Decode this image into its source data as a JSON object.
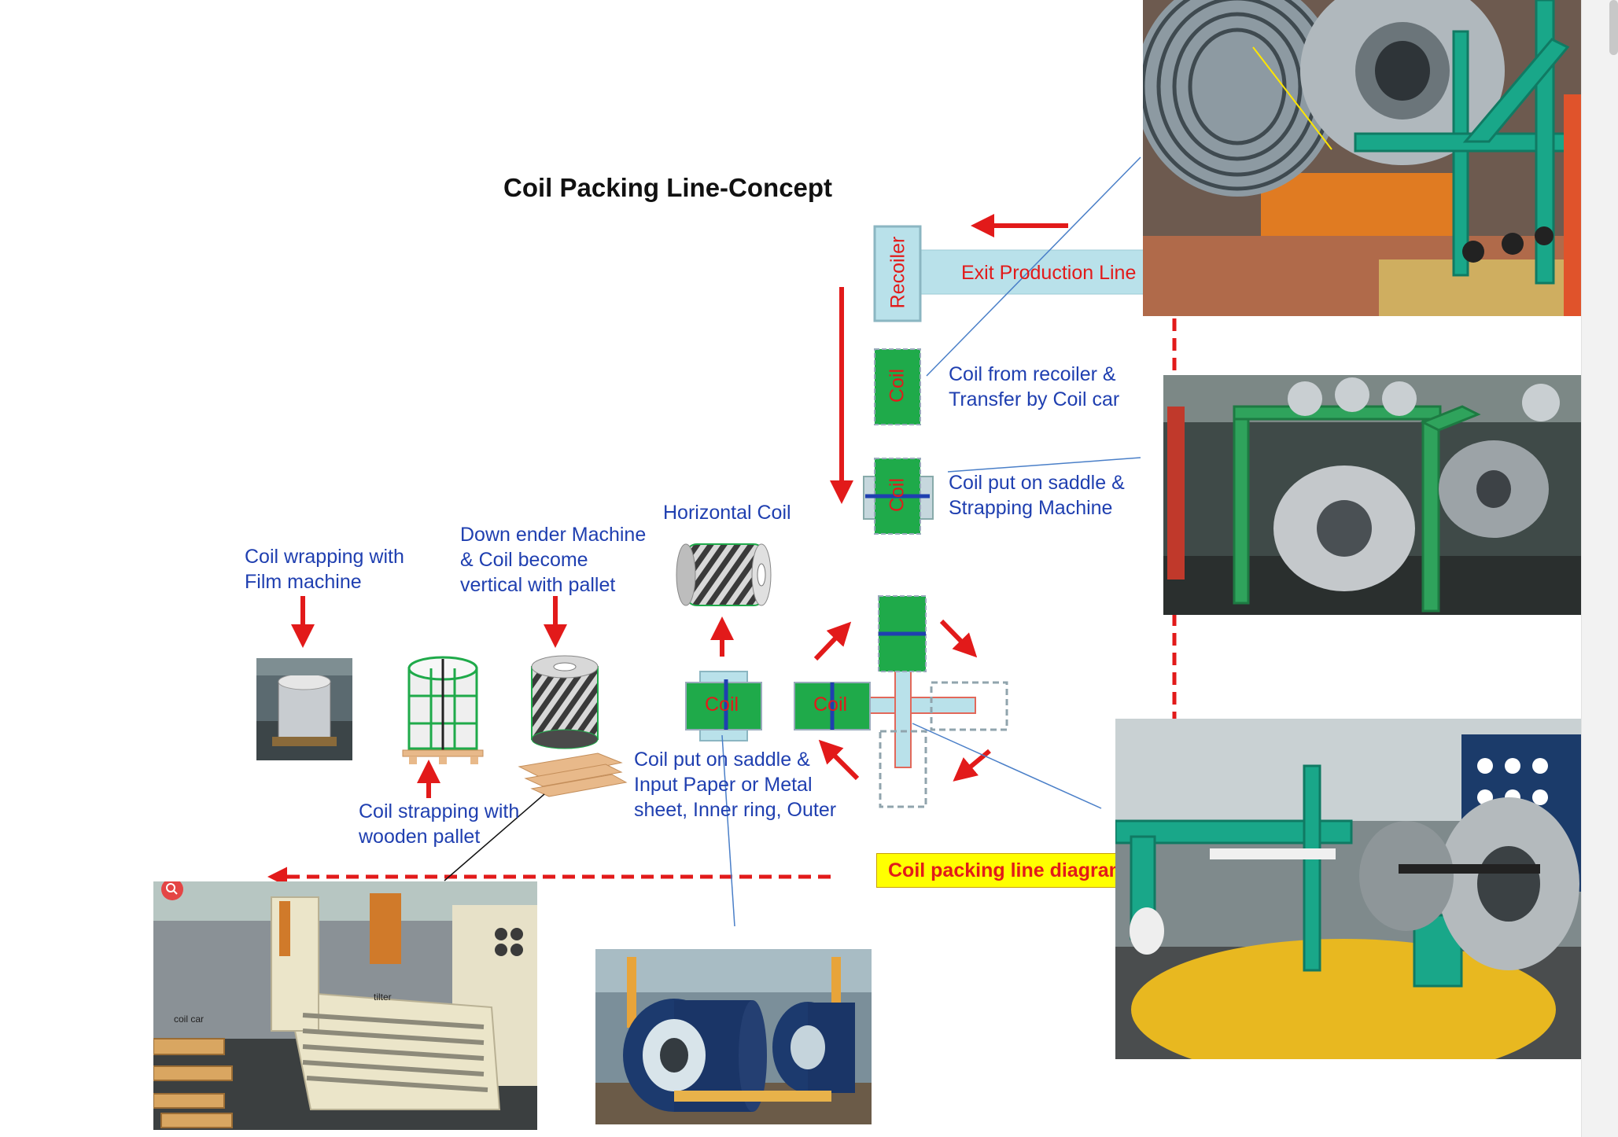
{
  "title": "Coil Packing Line-Concept",
  "labels": {
    "recoiler": "Recoiler",
    "exit_production_line": "Exit Production Line",
    "coil": "Coil",
    "coil_from_recoiler": [
      "Coil from recoiler &",
      "Transfer by Coil car"
    ],
    "coil_saddle_strapping": [
      "Coil put on saddle &",
      "Strapping Machine"
    ],
    "horizontal_coil": "Horizontal Coil",
    "down_ender": [
      "Down ender Machine",
      "& Coil become",
      "vertical with pallet"
    ],
    "coil_wrapping": [
      "Coil wrapping with",
      "Film machine"
    ],
    "coil_strapping_pallet": [
      "Coil strapping with",
      "wooden pallet"
    ],
    "coil_saddle_input": [
      "Coil put on saddle &",
      "Input Paper or Metal",
      "sheet, Inner ring, Outer"
    ],
    "diagram_caption": "Coil packing line diagram",
    "photo_tilter": "tilter",
    "photo_coil_car": "coil car"
  },
  "colors": {
    "arrow_red": "#e21a1a",
    "label_blue": "#1f3fb0",
    "coil_green": "#1faa4a",
    "line_lightblue": "#b9e1ea",
    "caption_bg": "#ffff00"
  },
  "icons": {
    "zoom": "magnifier-icon"
  }
}
